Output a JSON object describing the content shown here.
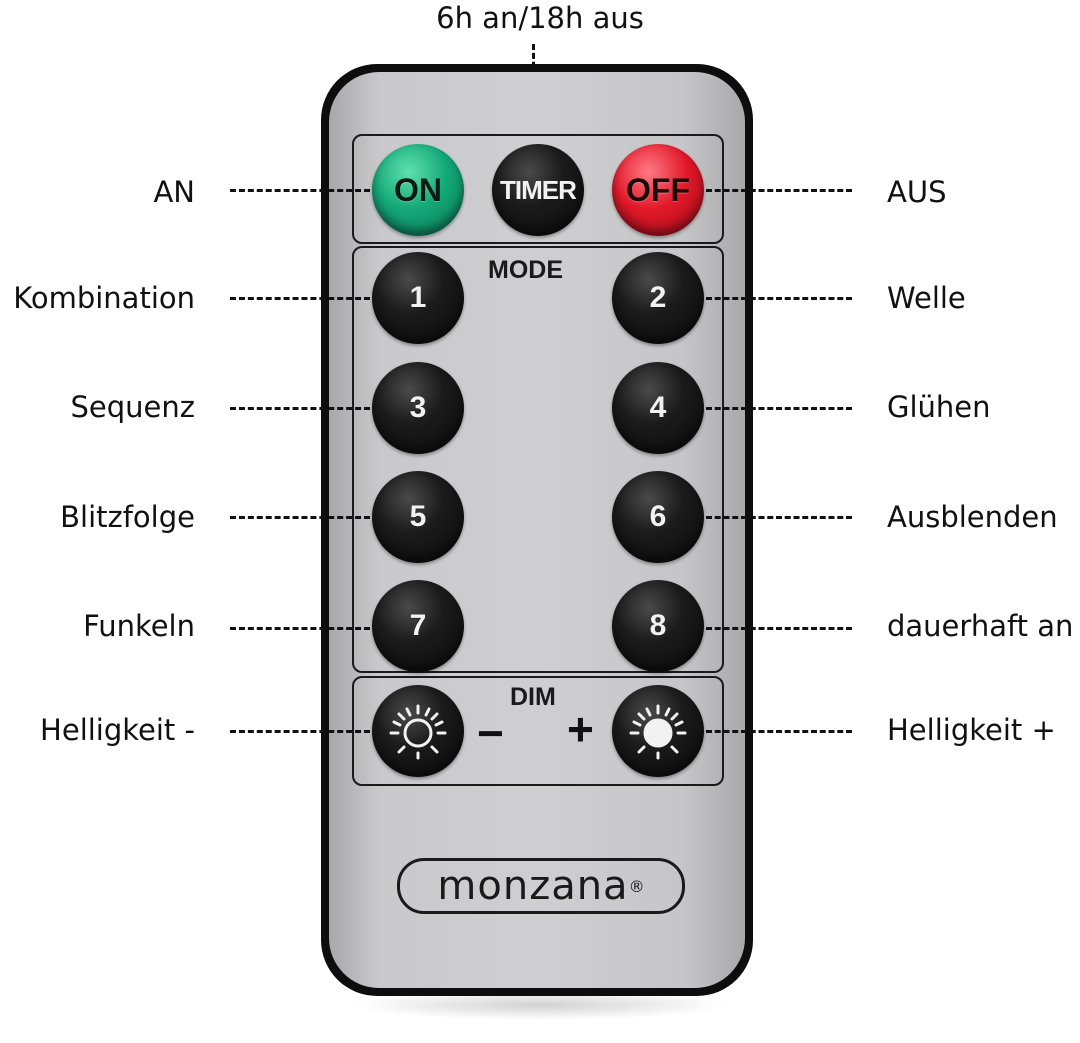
{
  "annotations": {
    "timer_caption": "6h an/18h aus",
    "on": "AN",
    "off": "AUS",
    "mode1": "Kombination",
    "mode2": "Welle",
    "mode3": "Sequenz",
    "mode4": "Glühen",
    "mode5": "Blitzfolge",
    "mode6": "Ausblenden",
    "mode7": "Funkeln",
    "mode8": "dauerhaft an",
    "dim_minus": "Helligkeit -",
    "dim_plus": "Helligkeit +"
  },
  "remote": {
    "buttons": {
      "on": "ON",
      "timer": "TIMER",
      "off": "OFF",
      "modes": [
        "1",
        "2",
        "3",
        "4",
        "5",
        "6",
        "7",
        "8"
      ]
    },
    "mode_panel_title": "MODE",
    "dim_panel_title": "DIM",
    "minus_sign": "−",
    "plus_sign": "+",
    "brand": "monzana",
    "brand_mark": "®"
  },
  "colors": {
    "on_button": "#13a877",
    "off_button": "#e2182a",
    "dark_button": "#1b1b1b",
    "remote_body": "#cfcfd1"
  },
  "icons": {
    "dim_minus": "sun-outline-icon",
    "dim_plus": "sun-filled-icon"
  }
}
